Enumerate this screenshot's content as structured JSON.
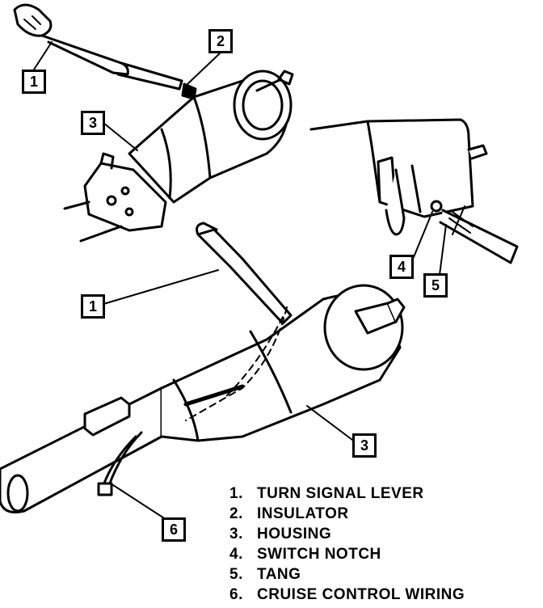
{
  "callouts": {
    "turn_signal_lever_top": "1",
    "insulator": "2",
    "housing_top": "3",
    "switch_notch": "4",
    "tang": "5",
    "turn_signal_lever_bottom": "1",
    "housing_bottom": "3",
    "cruise_control_wiring": "6"
  },
  "legend": [
    {
      "num": "1.",
      "label": "TURN SIGNAL LEVER"
    },
    {
      "num": "2.",
      "label": "INSULATOR"
    },
    {
      "num": "3.",
      "label": "HOUSING"
    },
    {
      "num": "4.",
      "label": "SWITCH NOTCH"
    },
    {
      "num": "5.",
      "label": "TANG"
    },
    {
      "num": "6.",
      "label": "CRUISE CONTROL WIRING"
    }
  ]
}
